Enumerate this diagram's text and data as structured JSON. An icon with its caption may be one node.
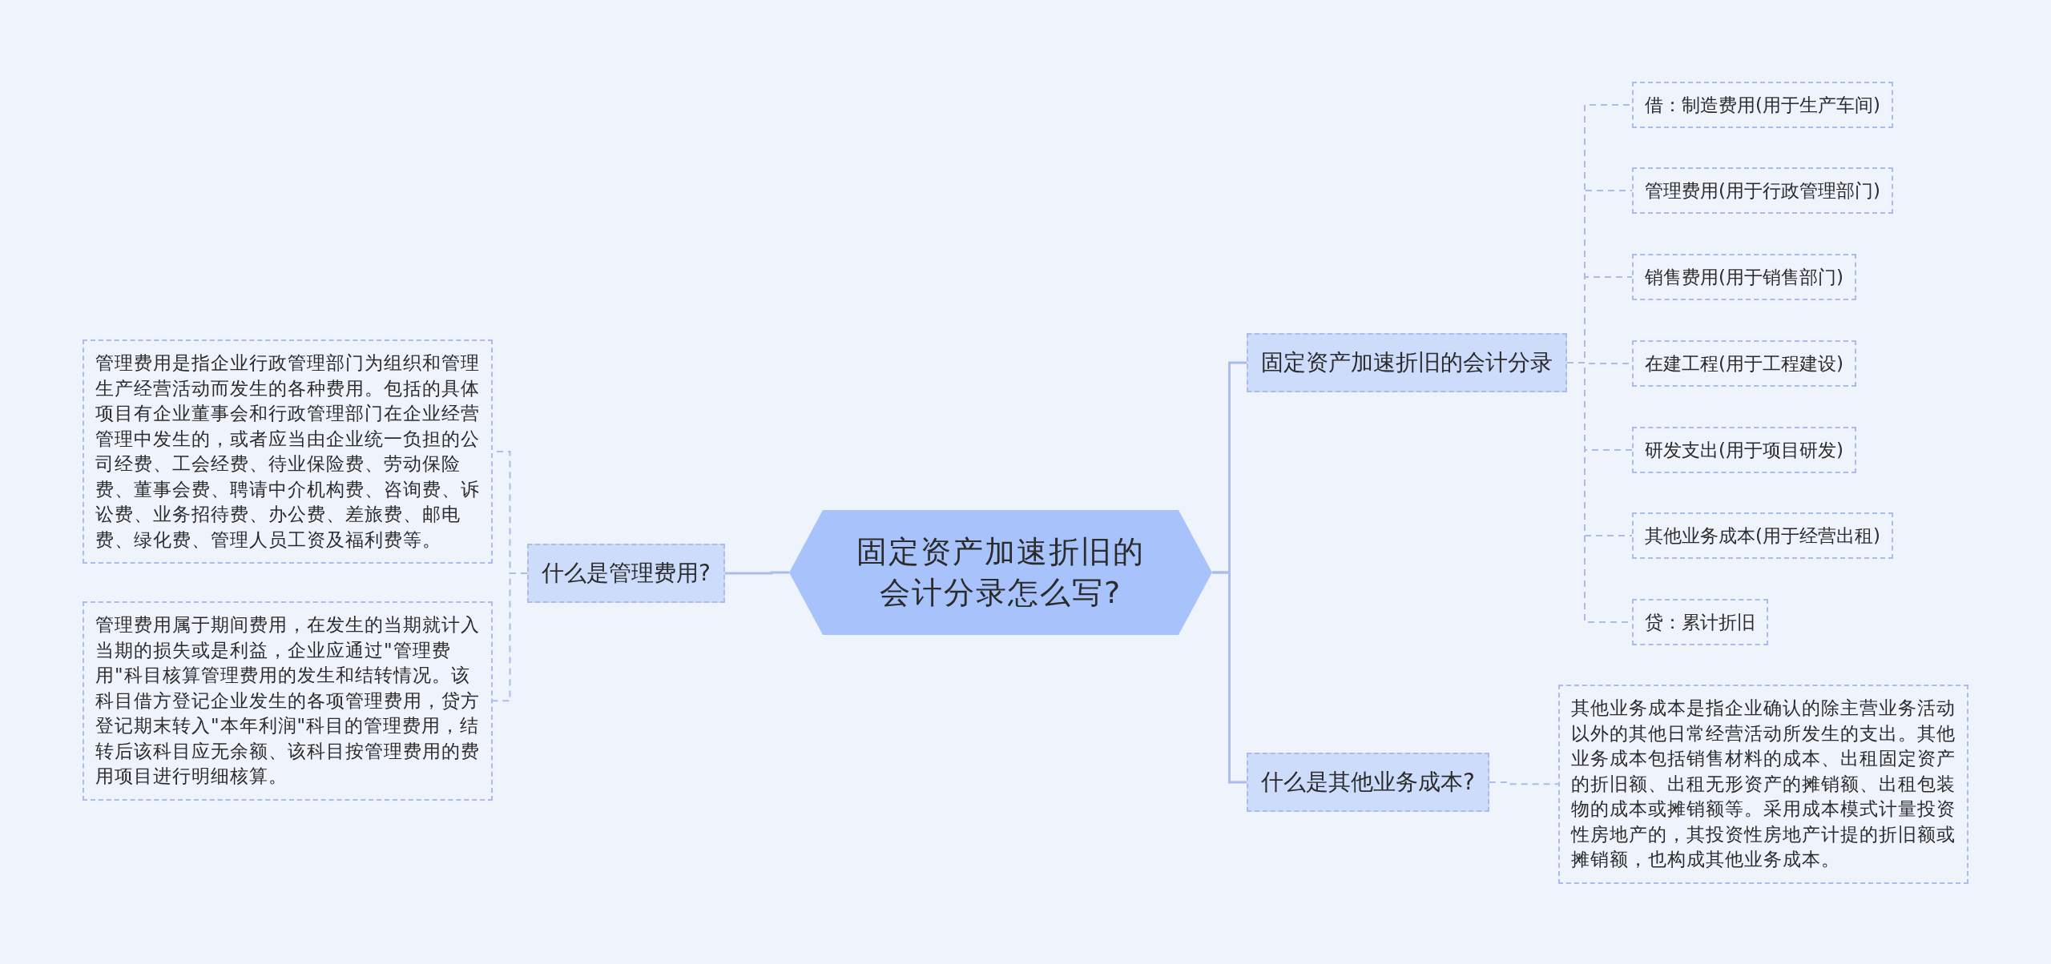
{
  "diagram": {
    "nodes": [
      {
        "text": [
          "固定资产加速折旧的会计分录怎么写?"
        ]
      },
      {
        "text": [
          "什么是管理费用?"
        ]
      },
      {
        "text": [
          "管理费用是指企业行政管理部门为组织和管理生产经营活动而发生的各种费用。包括的具体项目有企业董事会和行政管理部门在企业经营管理中发生的，或者应当由企业统一负担的公司经费、工会经费、待业保险费、劳动保险费、董事会费、聘请中介机构费、咨询费、诉讼费、业务招待费、办公费、差旅费、邮电费、绿化费、管理人员工资及福利费等。"
        ]
      },
      {
        "text": [
          "管理费用属于期间费用，在发生的当期就计入当期的损失或是利益，企业应通过\"管理费用\"科目核算管理费用的发生和结转情况。该科目借方登记企业发生的各项管理费用，贷方登记期末转入\"本年利润\"科目的管理费用，结转后该科目应无余额、该科目按管理费用的费用项目进行明细核算。"
        ]
      },
      {
        "text": [
          "固定资产加速折旧的会计分录"
        ]
      },
      {
        "text": [
          "借：制造费用(用于生产车间)"
        ]
      },
      {
        "text": [
          "管理费用(用于行政管理部门)"
        ]
      },
      {
        "text": [
          "销售费用(用于销售部门)"
        ]
      },
      {
        "text": [
          "在建工程(用于工程建设)"
        ]
      },
      {
        "text": [
          "研发支出(用于项目研发)"
        ]
      },
      {
        "text": [
          "其他业务成本(用于经营出租)"
        ]
      },
      {
        "text": [
          "贷：累计折旧"
        ]
      },
      {
        "text": [
          "什么是其他业务成本?"
        ]
      },
      {
        "text": [
          "其他业务成本是指企业确认的除主营业务活动以外的其他日常经营活动所发生的支出。其他业务成本包括销售材料的成本、出租固定资产的折旧额、出租无形资产的摊销额、出租包装物的成本或摊销额等。采用成本模式计量投资性房地产的，其投资性房地产计提的折旧额或摊销额，也构成其他业务成本。"
        ]
      }
    ],
    "edges": [
      {
        "from": 0,
        "to": 1,
        "arrow": "none"
      },
      {
        "from": 1,
        "to": 2,
        "arrow": "none",
        "style": "dashed"
      },
      {
        "from": 1,
        "to": 3,
        "arrow": "none",
        "style": "dashed"
      },
      {
        "from": 0,
        "to": 4,
        "arrow": "none"
      },
      {
        "from": 4,
        "to": 5,
        "arrow": "none",
        "style": "dashed"
      },
      {
        "from": 4,
        "to": 6,
        "arrow": "none",
        "style": "dashed"
      },
      {
        "from": 4,
        "to": 7,
        "arrow": "none",
        "style": "dashed"
      },
      {
        "from": 4,
        "to": 8,
        "arrow": "none",
        "style": "dashed"
      },
      {
        "from": 4,
        "to": 9,
        "arrow": "none",
        "style": "dashed"
      },
      {
        "from": 4,
        "to": 10,
        "arrow": "none",
        "style": "dashed"
      },
      {
        "from": 4,
        "to": 11,
        "arrow": "none",
        "style": "dashed"
      },
      {
        "from": 0,
        "to": 12,
        "arrow": "none"
      },
      {
        "from": 12,
        "to": 13,
        "arrow": "none",
        "style": "dashed"
      }
    ]
  }
}
